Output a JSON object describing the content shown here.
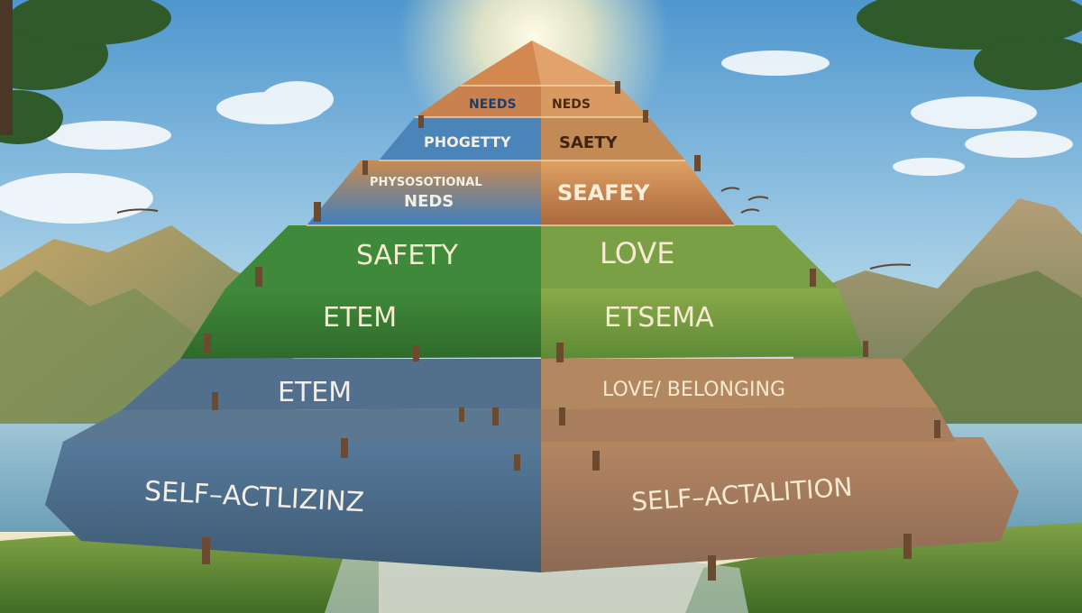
{
  "scene": {
    "description_colors": {
      "sky_top": "#5da2d4",
      "sky_bottom": "#dfeef4",
      "sun": "#fff7d6",
      "grass": "#4f8f2e",
      "rock_left": "#4b6f8d",
      "rock_right": "#b47b4e",
      "earth_top_left": "#4a86c0",
      "earth_top_right": "#b9794b",
      "label_text": "#f6ead0"
    }
  },
  "pyramid": {
    "tier1": {
      "left": "",
      "right": ""
    },
    "tier2": {
      "left": "NEEDS",
      "right": "NEDS"
    },
    "tier3": {
      "left": "PHOGETTY",
      "right": "SAETY"
    },
    "tier4": {
      "left_line1": "PHYSOSOTIONAL",
      "left_line2": "NEDS",
      "right": "SEAFEY"
    },
    "tier5": {
      "left": "SAFETY",
      "right": "LOVE"
    },
    "tier6": {
      "left": "ETEM",
      "right": "ETSEMA"
    },
    "tier7": {
      "left": "ETEM",
      "right": "LOVE/ BELONGING"
    },
    "tier8": {
      "left": "SELF–ACTLIZINZ",
      "right": "SELF–ACTALITION"
    }
  }
}
